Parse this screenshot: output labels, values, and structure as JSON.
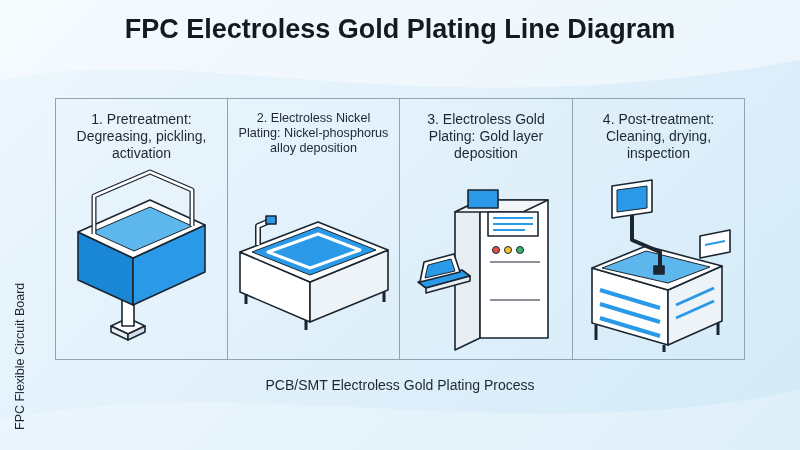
{
  "diagram": {
    "title": "FPC Electroless Gold Plating Line Diagram",
    "caption": "PCB/SMT Electroless Gold Plating Process",
    "nodes": [
      {
        "text": [
          "1. Pretreatment: Degreasing, pickling, activation"
        ]
      },
      {
        "text": [
          "2. Electroless Nickel Plating: Nickel-phosphorus alloy deposition"
        ]
      },
      {
        "text": [
          "3. Electroless Gold Plating: Gold layer deposition"
        ]
      },
      {
        "text": [
          "4. Post-treatment: Cleaning, drying, inspection"
        ]
      }
    ],
    "labels": [
      "FPC Flexible Circuit Board"
    ]
  }
}
